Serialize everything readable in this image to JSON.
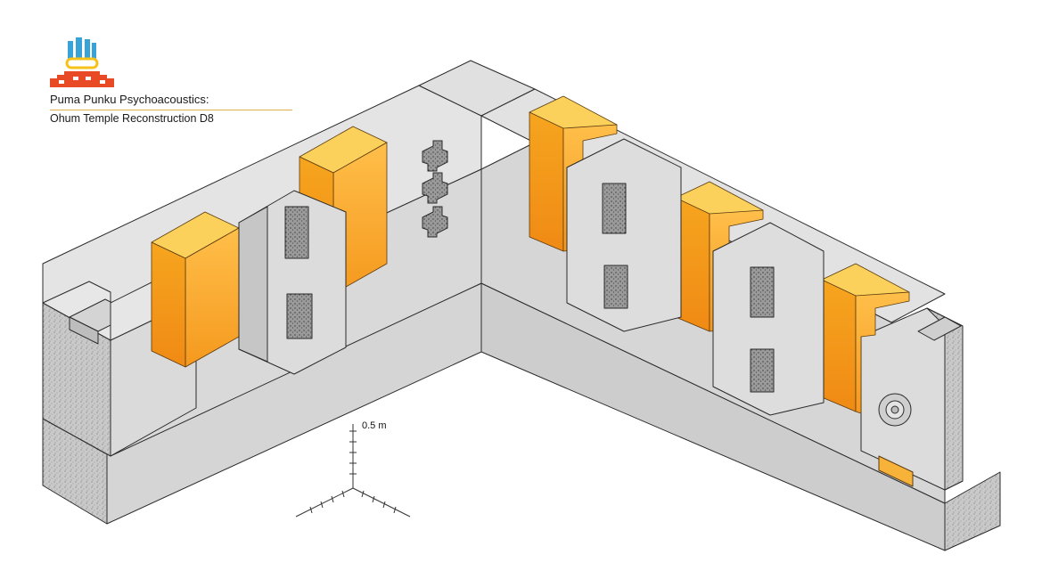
{
  "header": {
    "title": "Puma Punku Psychoacoustics:",
    "subtitle": "Ohum Temple Reconstruction D8"
  },
  "scale_bar": {
    "label": "0.5 m"
  },
  "colors": {
    "stone_top": "#e3e3e3",
    "stone_left": "#bdbdbd",
    "stone_right": "#cfcfcf",
    "resonator_top": "#fbd15b",
    "resonator_light": "#ffb13b",
    "resonator_dark": "#ee8610",
    "outline": "#2b2b2b",
    "logo_blue": "#37a3d9",
    "logo_yellow": "#f6c21a",
    "logo_red": "#e84a25",
    "title_rule": "#e0b44a"
  },
  "logo": {
    "icon": "chakana-temple-logo-icon"
  }
}
